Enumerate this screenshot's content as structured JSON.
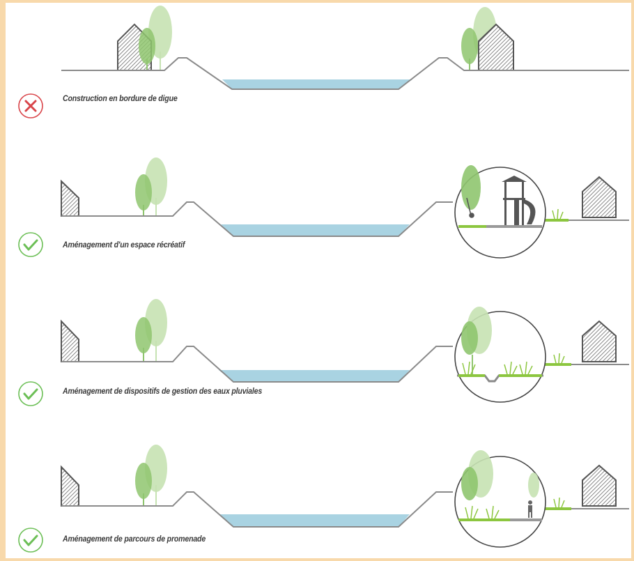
{
  "panels": [
    {
      "status": "bad",
      "status_icon": "cross-icon",
      "caption": "Construction en bordure de digue"
    },
    {
      "status": "good",
      "status_icon": "check-icon",
      "caption": "Aménagement d'un espace récréatif"
    },
    {
      "status": "good",
      "status_icon": "check-icon",
      "caption": "Aménagement de dispositifs de gestion des eaux pluviales"
    },
    {
      "status": "good",
      "status_icon": "check-icon",
      "caption": "Aménagement de parcours de promenade"
    }
  ],
  "colors": {
    "background": "#f8d9ab",
    "ground_line": "#8a8a8a",
    "water": "#a9d3e2",
    "bad": "#d9454a",
    "good": "#6cbf56",
    "tree_dark": "#8fc56f",
    "tree_light": "#c6e2b2",
    "house": "#666666",
    "grass": "#8cc63f"
  }
}
